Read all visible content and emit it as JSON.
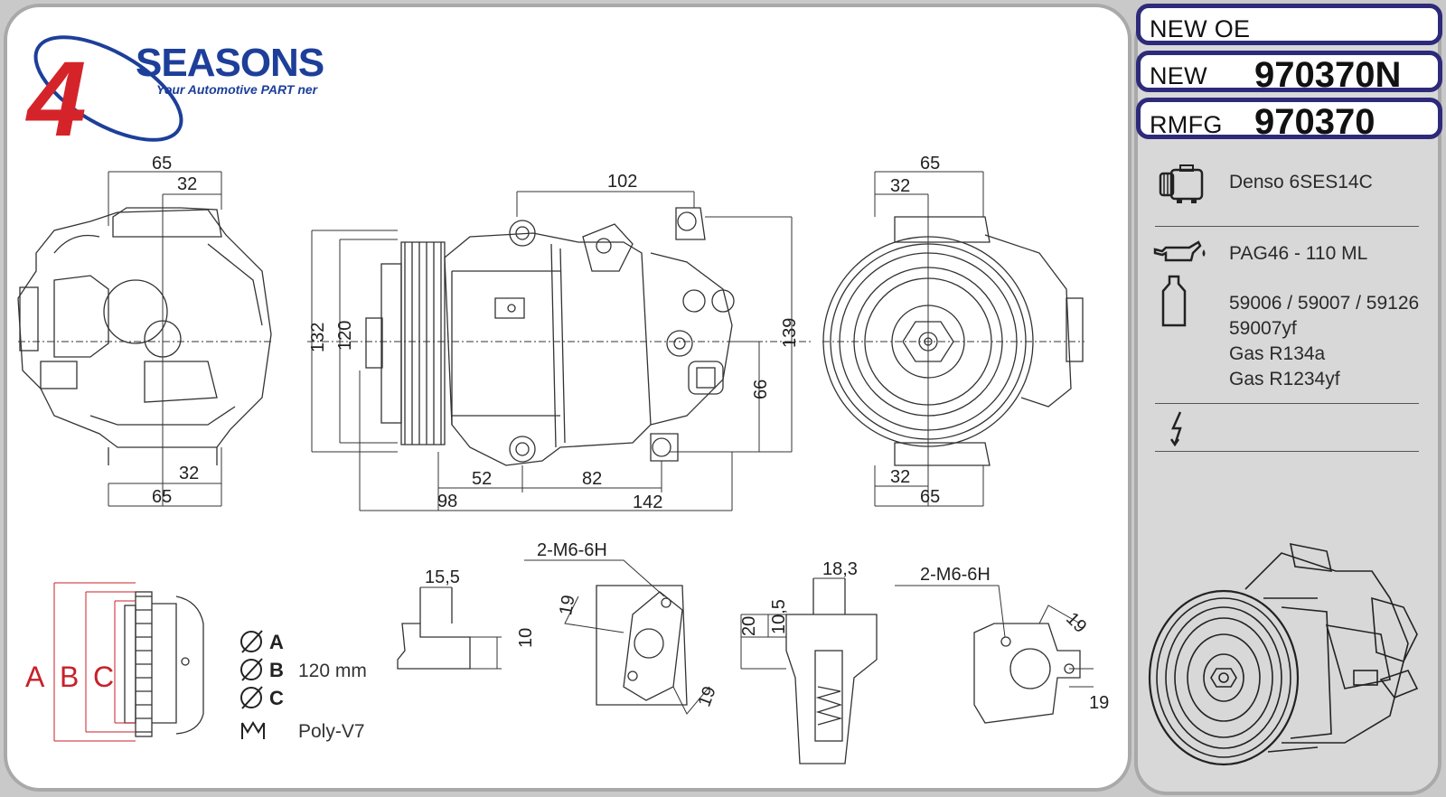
{
  "brand": {
    "name": "SEASONS",
    "digit": "4",
    "tagline": "Your Automotive PART ner"
  },
  "codes": {
    "new_oe_label": "NEW OE",
    "new_label": "NEW",
    "new_value": "970370N",
    "rmfg_label": "RMFG",
    "rmfg_value": "970370"
  },
  "specs": {
    "compressor": "Denso 6SES14C",
    "oil": "PAG46 - 110 ML",
    "oil_refs": [
      "59006 / 59007 / 59126",
      "59007yf"
    ],
    "gas": [
      "Gas R134a",
      "Gas R1234yf"
    ]
  },
  "dimensions": {
    "left_view": {
      "top_width": "65",
      "top_half": "32",
      "bottom_half": "32",
      "bottom_width": "65"
    },
    "side_view": {
      "top": "102",
      "h132": "132",
      "h120": "120",
      "h139": "139",
      "h66": "66",
      "d52": "52",
      "d82": "82",
      "d98": "98",
      "d142": "142"
    },
    "right_view": {
      "top_width": "65",
      "top_half": "32",
      "bottom_half": "32",
      "bottom_width": "65"
    }
  },
  "pulley": {
    "labels": [
      "A",
      "B",
      "C"
    ],
    "diameter_letters": [
      "A",
      "B",
      "C"
    ],
    "diameter_value": "120 mm",
    "belt": "Poly-V7"
  },
  "details": {
    "d1_width": "15,5",
    "d1_height": "10",
    "d2_thread": "2-M6-6H",
    "d2_a": "19",
    "d2_b": "19",
    "d3_width": "18,3",
    "d3_h1": "20",
    "d3_h2": "10,5",
    "d4_thread": "2-M6-6H",
    "d4_a": "19",
    "d4_b": "19"
  },
  "colors": {
    "brand_blue": "#1d3f9a",
    "brand_red": "#d4242a",
    "box_border": "#2e2a7a",
    "label_red": "#c8202a"
  }
}
